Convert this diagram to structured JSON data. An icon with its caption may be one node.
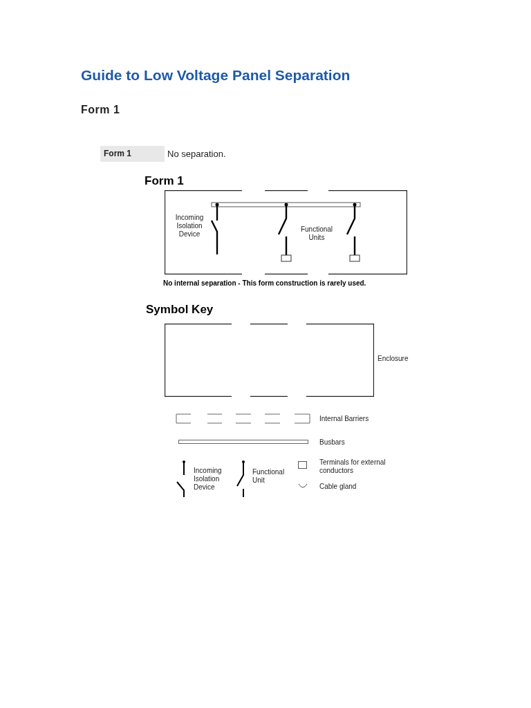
{
  "diagram": {
    "title": "Guide to Low Voltage Panel Separation",
    "nodes": [
      {
        "text": [
          "Form 1",
          "Incoming Isolation Device",
          "Functional Units"
        ],
        "beside": [
          "No internal separation - This form construction is rarely used."
        ]
      },
      {
        "text": [
          "Symbol Key"
        ],
        "beside": [
          "Enclosure"
        ]
      }
    ],
    "labels": [
      "Form 1",
      "Form 1",
      "No separation.",
      "Internal Barriers",
      "Busbars",
      "Incoming Isolation Device",
      "Functional Unit",
      "Terminals for external conductors",
      "Cable gland"
    ]
  }
}
